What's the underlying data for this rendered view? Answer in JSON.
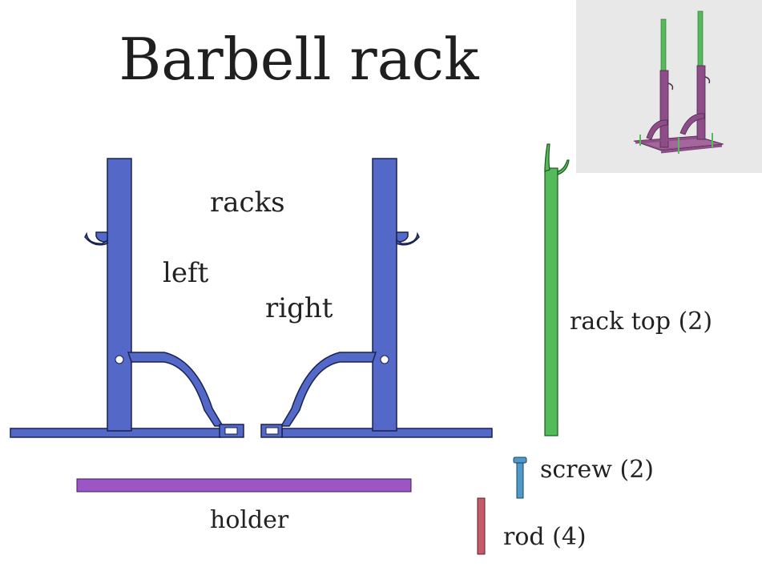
{
  "title": "Barbell rack",
  "labels": {
    "racks": "racks",
    "left": "left",
    "right": "right",
    "rack_top": "rack top (2)",
    "screw": "screw (2)",
    "holder": "holder",
    "rod": "rod (4)"
  },
  "colors": {
    "racks": "#5468c8",
    "rack_top": "#55bb5a",
    "screw": "#4f98c8",
    "holder": "#9b55c4",
    "rod": "#c65a6a",
    "assembly_body": "#8e4c88",
    "preview_background": "#e8e8e8"
  }
}
